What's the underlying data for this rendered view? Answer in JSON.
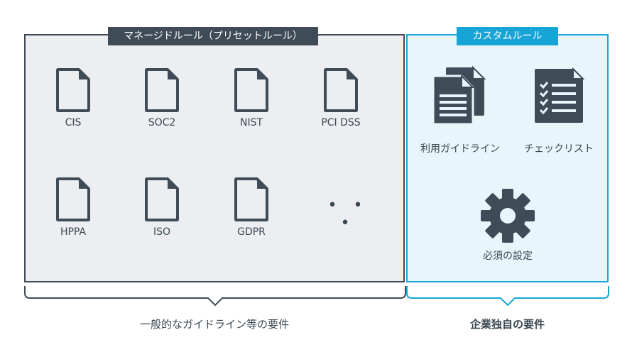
{
  "managed": {
    "title": "マネージドルール（プリセットルール）",
    "documents": [
      {
        "label": "CIS"
      },
      {
        "label": "SOC2"
      },
      {
        "label": "NIST"
      },
      {
        "label": "PCI DSS"
      },
      {
        "label": "HPPA"
      },
      {
        "label": "ISO"
      },
      {
        "label": "GDPR"
      }
    ],
    "more": "• • •"
  },
  "custom": {
    "title": "カスタムルール",
    "items": [
      {
        "label": "利用ガイドライン",
        "icon": "documents-icon"
      },
      {
        "label": "チェックリスト",
        "icon": "checklist-icon"
      },
      {
        "label": "必須の設定",
        "icon": "gear-icon"
      }
    ]
  },
  "bottom": {
    "general_label": "一般的なガイドライン等の要件",
    "enterprise_label": "企業独自の要件"
  },
  "colors": {
    "dark": "#3f4c57",
    "accent": "#16a5d6",
    "managed_bg": "#eceef1",
    "custom_bg": "#e8f6fb"
  }
}
